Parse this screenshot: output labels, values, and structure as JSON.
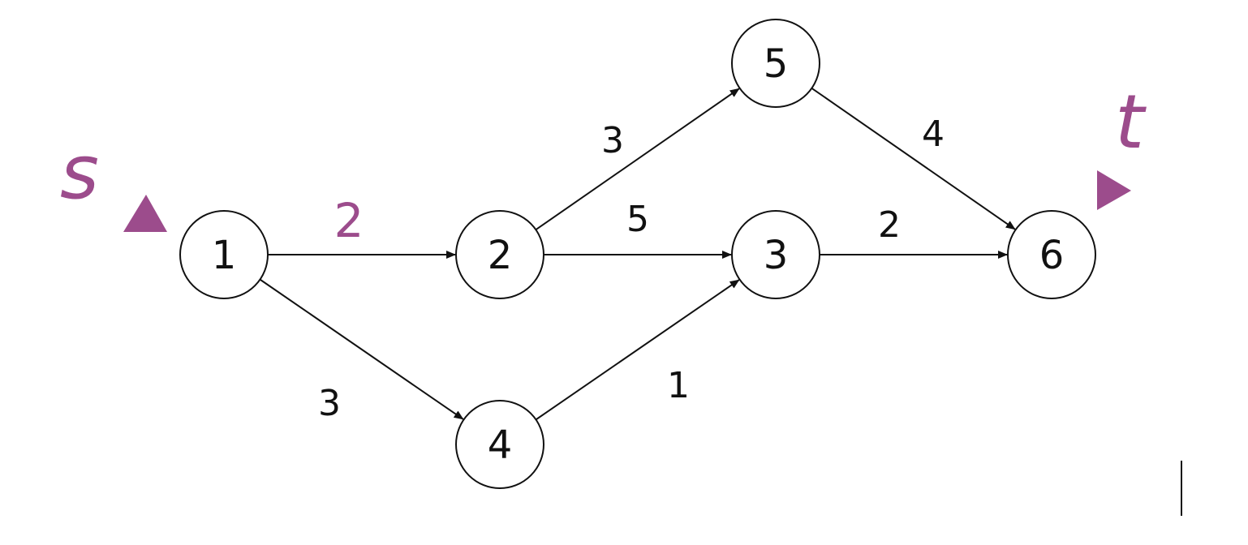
{
  "accent_color": "#9c4c8c",
  "ink_color": "#111111",
  "source_label": "s",
  "sink_label": "t",
  "nodes": [
    {
      "id": "1",
      "label": "1"
    },
    {
      "id": "2",
      "label": "2"
    },
    {
      "id": "3",
      "label": "3"
    },
    {
      "id": "4",
      "label": "4"
    },
    {
      "id": "5",
      "label": "5"
    },
    {
      "id": "6",
      "label": "6"
    }
  ],
  "edges": [
    {
      "from": "1",
      "to": "2",
      "weight": "2",
      "highlight": true
    },
    {
      "from": "1",
      "to": "4",
      "weight": "3"
    },
    {
      "from": "2",
      "to": "5",
      "weight": "3"
    },
    {
      "from": "2",
      "to": "3",
      "weight": "5"
    },
    {
      "from": "4",
      "to": "3",
      "weight": "1"
    },
    {
      "from": "5",
      "to": "6",
      "weight": "4"
    },
    {
      "from": "3",
      "to": "6",
      "weight": "2"
    }
  ]
}
